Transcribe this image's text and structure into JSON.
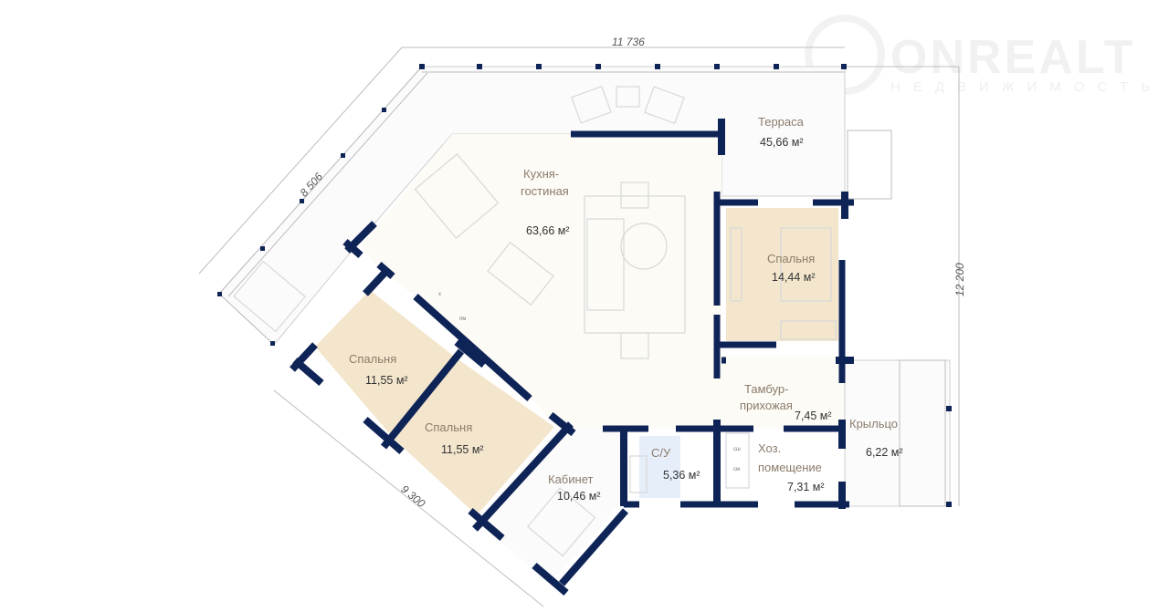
{
  "watermark": {
    "brand": "ONREALT",
    "subtitle": "НЕДВИЖИМОСТЬ"
  },
  "dimensions": {
    "top": "11 736",
    "left_diagonal": "8 506",
    "right": "12 200",
    "bottom_diagonal": "9 300"
  },
  "rooms": [
    {
      "name": "Терраса",
      "area": "45,66 м²"
    },
    {
      "name": "Кухня-",
      "name2": "гостиная",
      "area": "63,66 м²"
    },
    {
      "name": "Спальня",
      "area": "14,44 м²"
    },
    {
      "name": "Спальня",
      "area": "11,55 м²"
    },
    {
      "name": "Спальня",
      "area": "11,55 м²"
    },
    {
      "name": "Тамбур-",
      "name2": "прихожая",
      "area": "7,45 м²"
    },
    {
      "name": "Крыльцо",
      "area": "6,22 м²"
    },
    {
      "name": "С/У",
      "area": "5,36 м²"
    },
    {
      "name": "Хоз.",
      "name2": "помещение",
      "area": "7,31 м²"
    },
    {
      "name": "Кабинет",
      "area": "10,46 м²"
    }
  ],
  "appliance_labels": {
    "stove": "х",
    "dishwasher": "пм",
    "dryer": "сш",
    "washer": "см"
  },
  "colors": {
    "wall": "#0f2456",
    "bedroom_fill": "#f3e6cc",
    "bathroom_fill": "#e6eefa"
  }
}
